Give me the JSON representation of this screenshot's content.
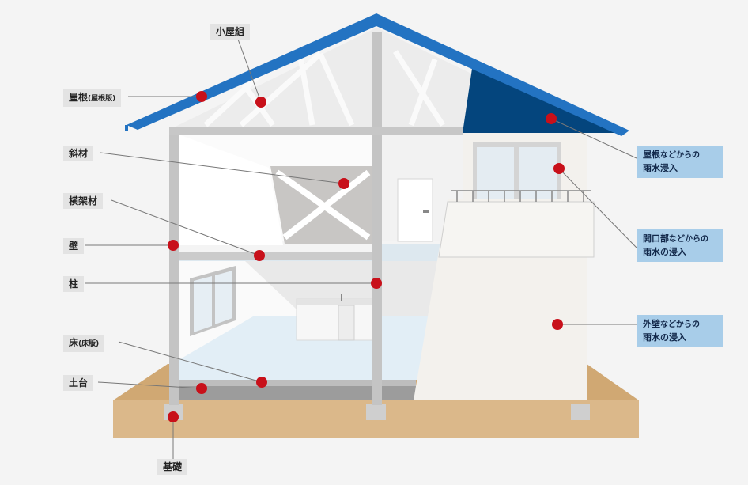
{
  "labels": {
    "koyagumi": "小屋組",
    "yane": "屋根",
    "yane_sub": "(屋根版)",
    "shazai": "斜材",
    "yokokazai": "横架材",
    "kabe": "壁",
    "hashira": "柱",
    "yuka": "床",
    "yuka_sub": "(床版)",
    "dodai": "土台",
    "kiso": "基礎"
  },
  "callouts": {
    "roof_main": "屋根",
    "roof_mid": "などからの",
    "roof_line2": "雨水浸入",
    "opening_main": "開口部",
    "opening_mid": "などからの",
    "opening_line2": "雨水の浸入",
    "wall_main": "外壁",
    "wall_mid": "などからの",
    "wall_line2": "雨水の浸入"
  },
  "colors": {
    "roof": "#2373c2",
    "roof_dark": "#04457d",
    "marker": "#c8101a",
    "callout_bg": "#a8cde9",
    "ground": "#dbb88a"
  }
}
